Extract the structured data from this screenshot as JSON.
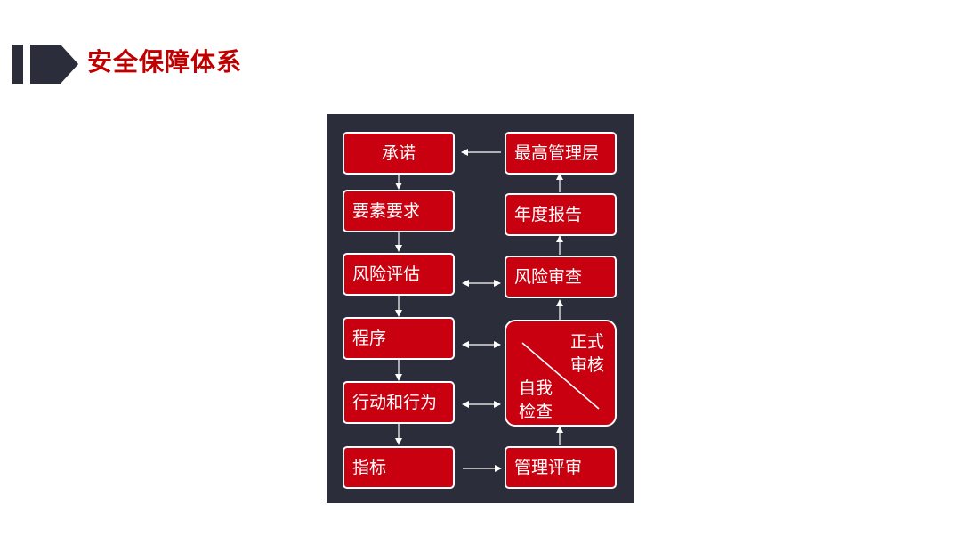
{
  "header": {
    "title": "安全保障体系",
    "icon": "double-chevron-icon",
    "accent_color": "#c00000",
    "icon_color": "#2b2d3a"
  },
  "diagram": {
    "panel_color": "#2b2d3a",
    "box_color": "#c8000f",
    "left_column": [
      "承诺",
      "要素要求",
      "风险评估",
      "程序",
      "行动和行为",
      "指标"
    ],
    "right_column": {
      "top_management": "最高管理层",
      "annual_report": "年度报告",
      "risk_review": "风险审查",
      "audit": {
        "formal": "正式\n审核",
        "self": "自我\n检查"
      },
      "management_review": "管理评审"
    }
  }
}
